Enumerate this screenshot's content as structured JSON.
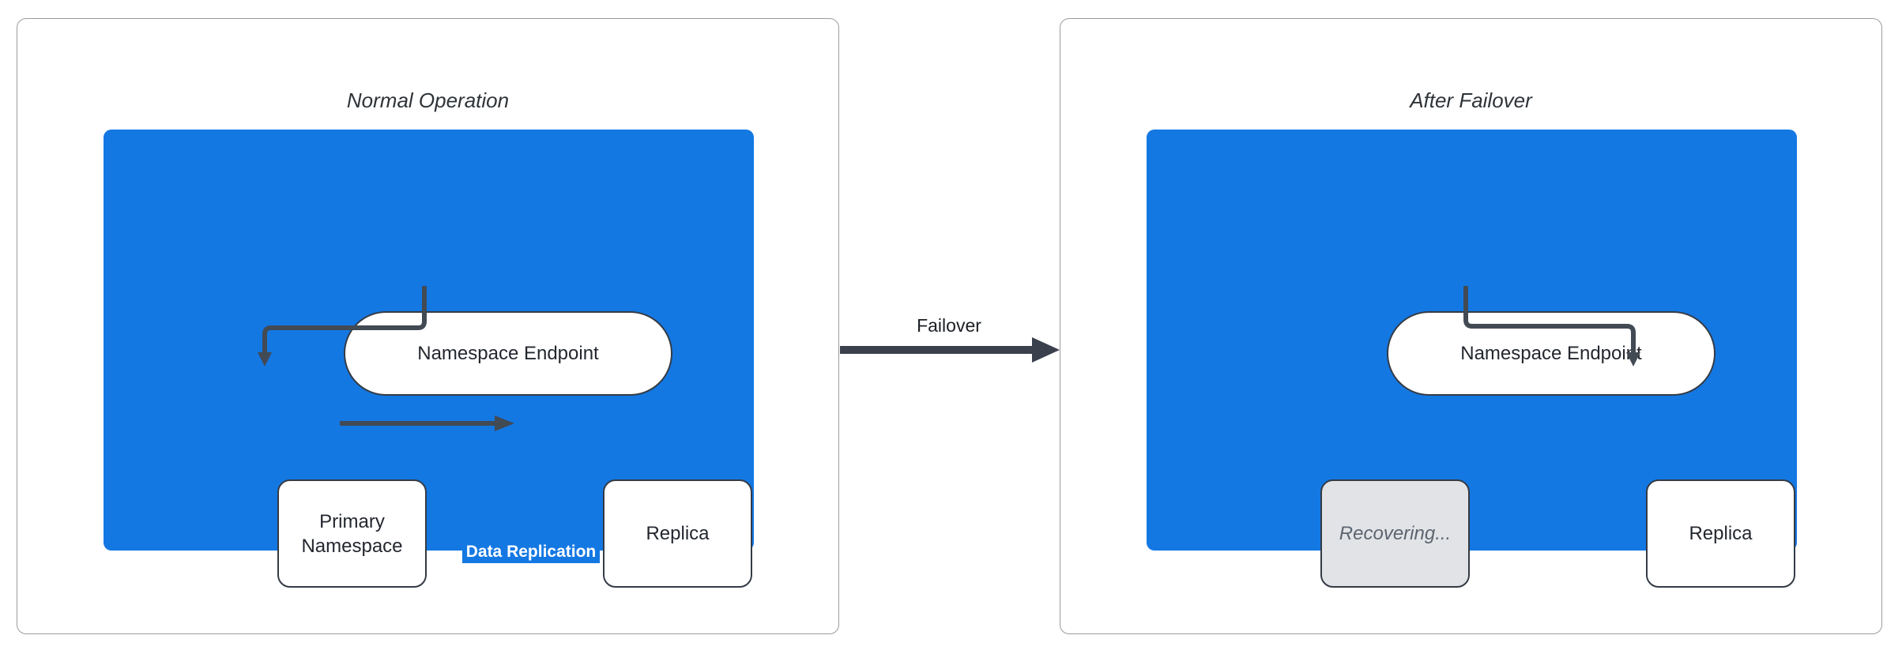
{
  "diagram": {
    "panels": [
      {
        "title": "Normal Operation",
        "endpoint_label": "Namespace Endpoint",
        "left_node_label": "Primary Namespace",
        "right_node_label": "Replica",
        "edge_label": "Data Replication"
      },
      {
        "title": "After Failover",
        "endpoint_label": "Namespace Endpoint",
        "left_node_label": "Recovering...",
        "right_node_label": "Replica"
      }
    ],
    "transition_label": "Failover"
  },
  "colors": {
    "container_blue": "#1478e3",
    "connector_dark": "#424a54",
    "node_border": "#343b45",
    "node_fill": "#ffffff",
    "recovering_fill": "#e2e3e6",
    "recovering_text": "#5c6470",
    "panel_border": "#9b9b9b",
    "title_text": "#2e3338",
    "edge_label_text": "#ffffff"
  }
}
